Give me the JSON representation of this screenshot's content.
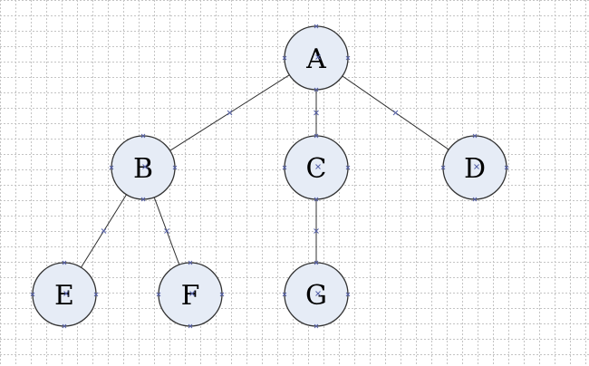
{
  "diagram": {
    "type": "tree",
    "nodes": [
      {
        "id": "A",
        "label": "A"
      },
      {
        "id": "B",
        "label": "B"
      },
      {
        "id": "C",
        "label": "C"
      },
      {
        "id": "D",
        "label": "D"
      },
      {
        "id": "E",
        "label": "E"
      },
      {
        "id": "F",
        "label": "F"
      },
      {
        "id": "G",
        "label": "G"
      }
    ],
    "edges": [
      {
        "from": "A",
        "to": "B"
      },
      {
        "from": "A",
        "to": "C"
      },
      {
        "from": "A",
        "to": "D"
      },
      {
        "from": "B",
        "to": "E"
      },
      {
        "from": "B",
        "to": "F"
      },
      {
        "from": "C",
        "to": "G"
      }
    ]
  },
  "colors": {
    "node_fill": "#e6ecf6",
    "node_stroke": "#333333",
    "edge": "#303030",
    "grid": "#c4c4c4",
    "handle": "#5560a8"
  }
}
